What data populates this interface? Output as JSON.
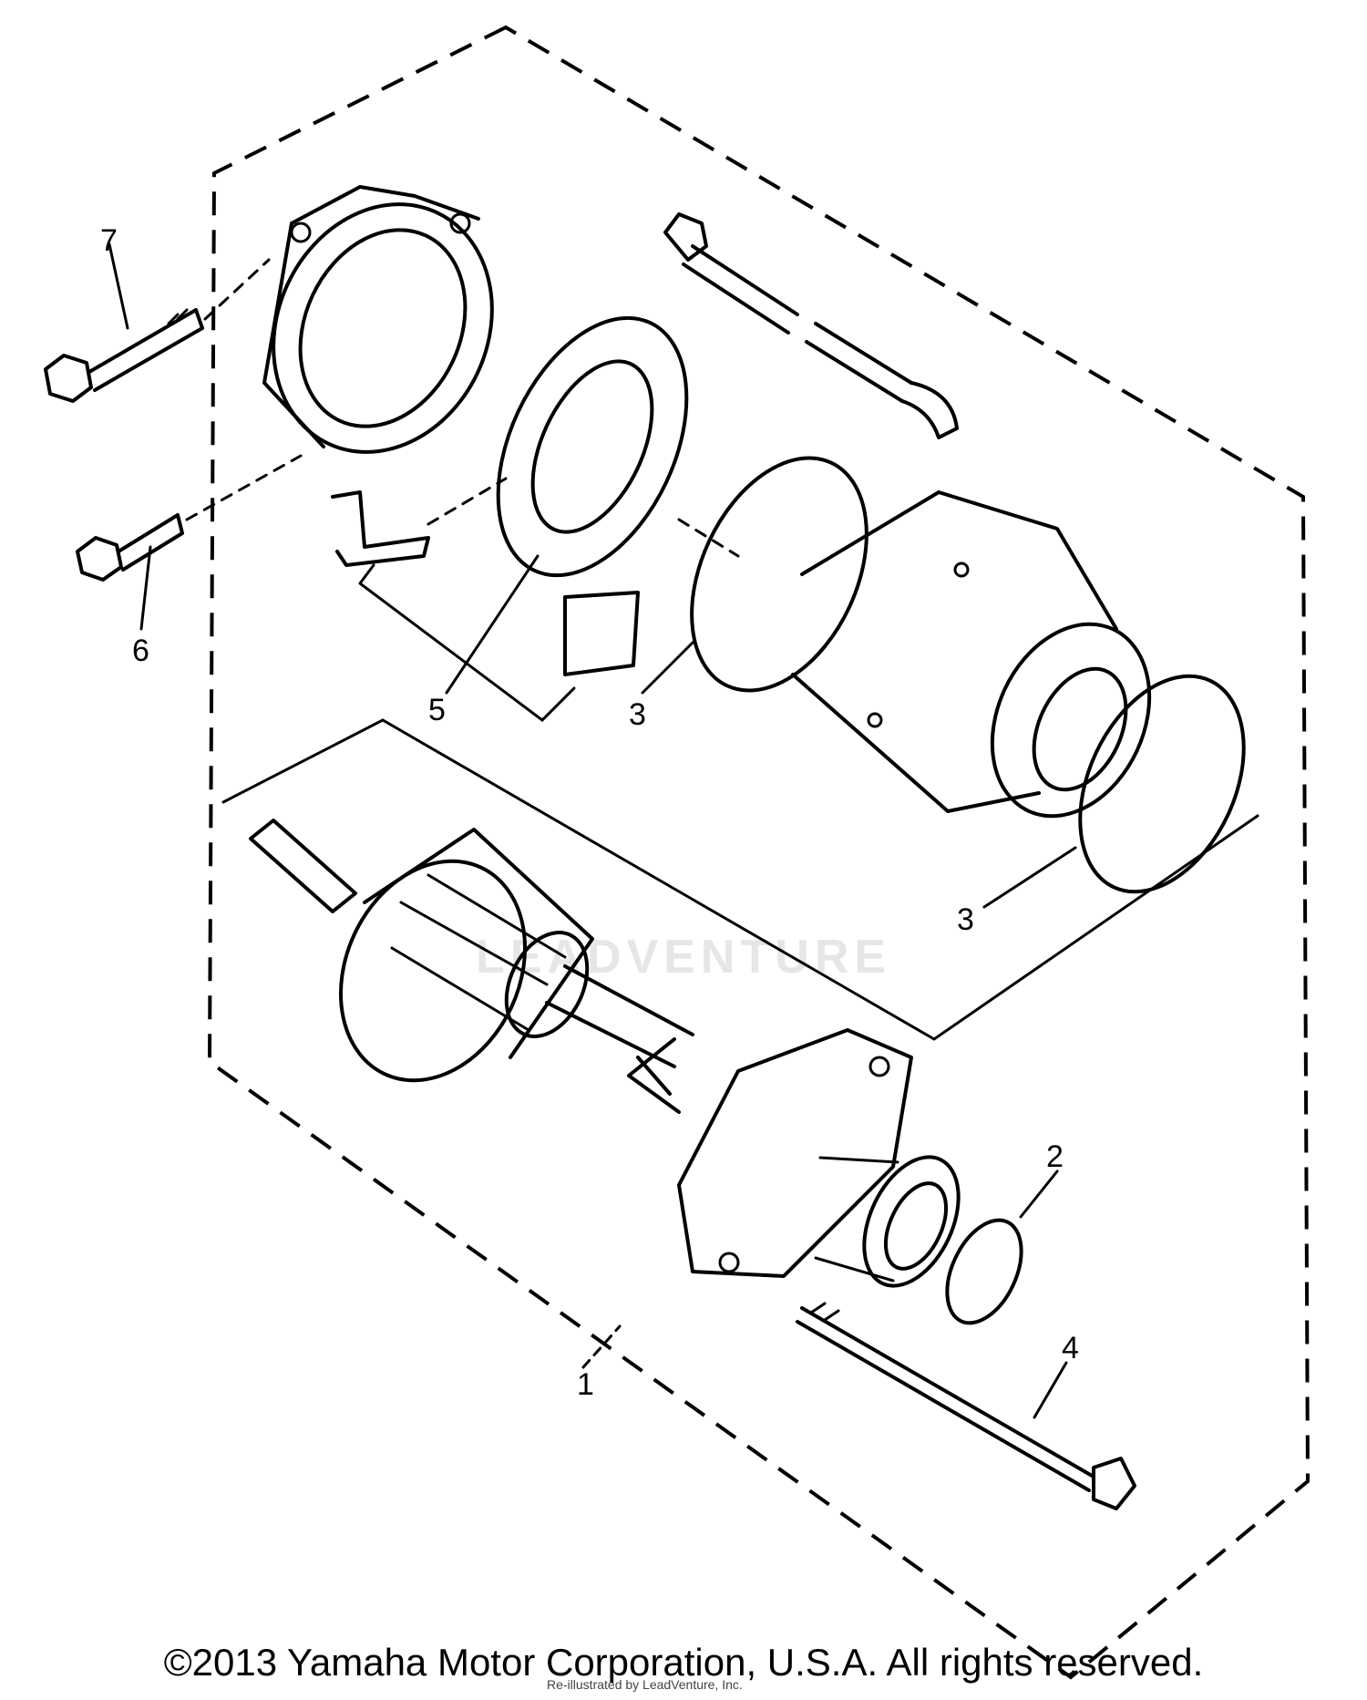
{
  "labels": [
    "7",
    "6",
    "5",
    "3",
    "3",
    "1",
    "2",
    "4"
  ],
  "footer": {
    "copyright": "©2013 Yamaha Motor Corporation, U.S.A. All rights reserved.",
    "redrawn": "Re-illustrated by LeadVenture, Inc."
  },
  "watermark": "LEADVENTURE"
}
